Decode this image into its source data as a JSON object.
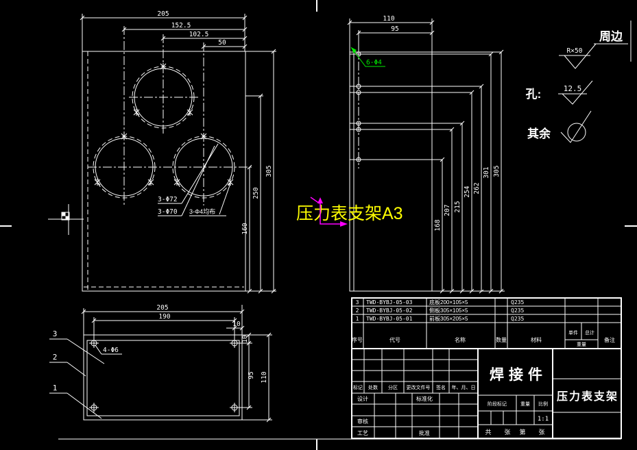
{
  "annotation": {
    "label": "压力表支架A3"
  },
  "front_view": {
    "dim_width_total": "205",
    "dim_width_2": "152.5",
    "dim_width_3": "102.5",
    "dim_width_4": "50",
    "dim_height_total": "305",
    "dim_height_2": "250",
    "dim_height_3": "160",
    "label_outer_circle": "3-Φ72",
    "label_inner_circle": "3-Φ70",
    "label_small_holes": "3-Φ4均布"
  },
  "side_view": {
    "dim_width_total": "110",
    "dim_width_2": "95",
    "dim_heights": [
      "168",
      "207",
      "215",
      "254",
      "262",
      "301",
      "305"
    ],
    "label_holes": "6-Φ4"
  },
  "bottom_view": {
    "dim_width_total": "205",
    "dim_width_2": "190",
    "dim_offset_h": "10",
    "dim_offset_v": "10",
    "dim_height_2": "95",
    "dim_height_total": "110",
    "label_holes": "4-Φ6",
    "balloons": [
      "3",
      "2",
      "1"
    ]
  },
  "finish_notes": {
    "edge_label": "周边",
    "edge_value": "R×50",
    "holes_label": "孔:",
    "holes_value": "12.5",
    "others_label": "其余"
  },
  "parts_list": {
    "headers": {
      "seq": "序号",
      "code": "代号",
      "name": "名称",
      "qty": "数量",
      "material": "材料",
      "unit": "单件",
      "total": "总计",
      "weight": "重量",
      "remarks": "备注"
    },
    "rows": [
      {
        "seq": "3",
        "code": "TWD-BYBJ-05-03",
        "name": "底板200×105×5",
        "material": "Q235"
      },
      {
        "seq": "2",
        "code": "TWD-BYBJ-05-02",
        "name": "侧板305×105×5",
        "material": "Q235"
      },
      {
        "seq": "1",
        "code": "TWD-BYBJ-05-01",
        "name": "前板305×205×5",
        "material": "Q235"
      }
    ]
  },
  "title_block": {
    "change_headers": [
      "标记",
      "处数",
      "分区",
      "更改文件号",
      "签名",
      "年、月、日"
    ],
    "design": "设计",
    "standardization": "标准化",
    "check": "审核",
    "process": "工艺",
    "approve": "批准",
    "stage": "阶段标记",
    "weight": "重量",
    "scale": "比例",
    "scale_value": "1:1",
    "sheet": [
      "共",
      "张",
      "第",
      "张"
    ],
    "type_name": "焊接件",
    "drawing_name": "压力表支架"
  }
}
